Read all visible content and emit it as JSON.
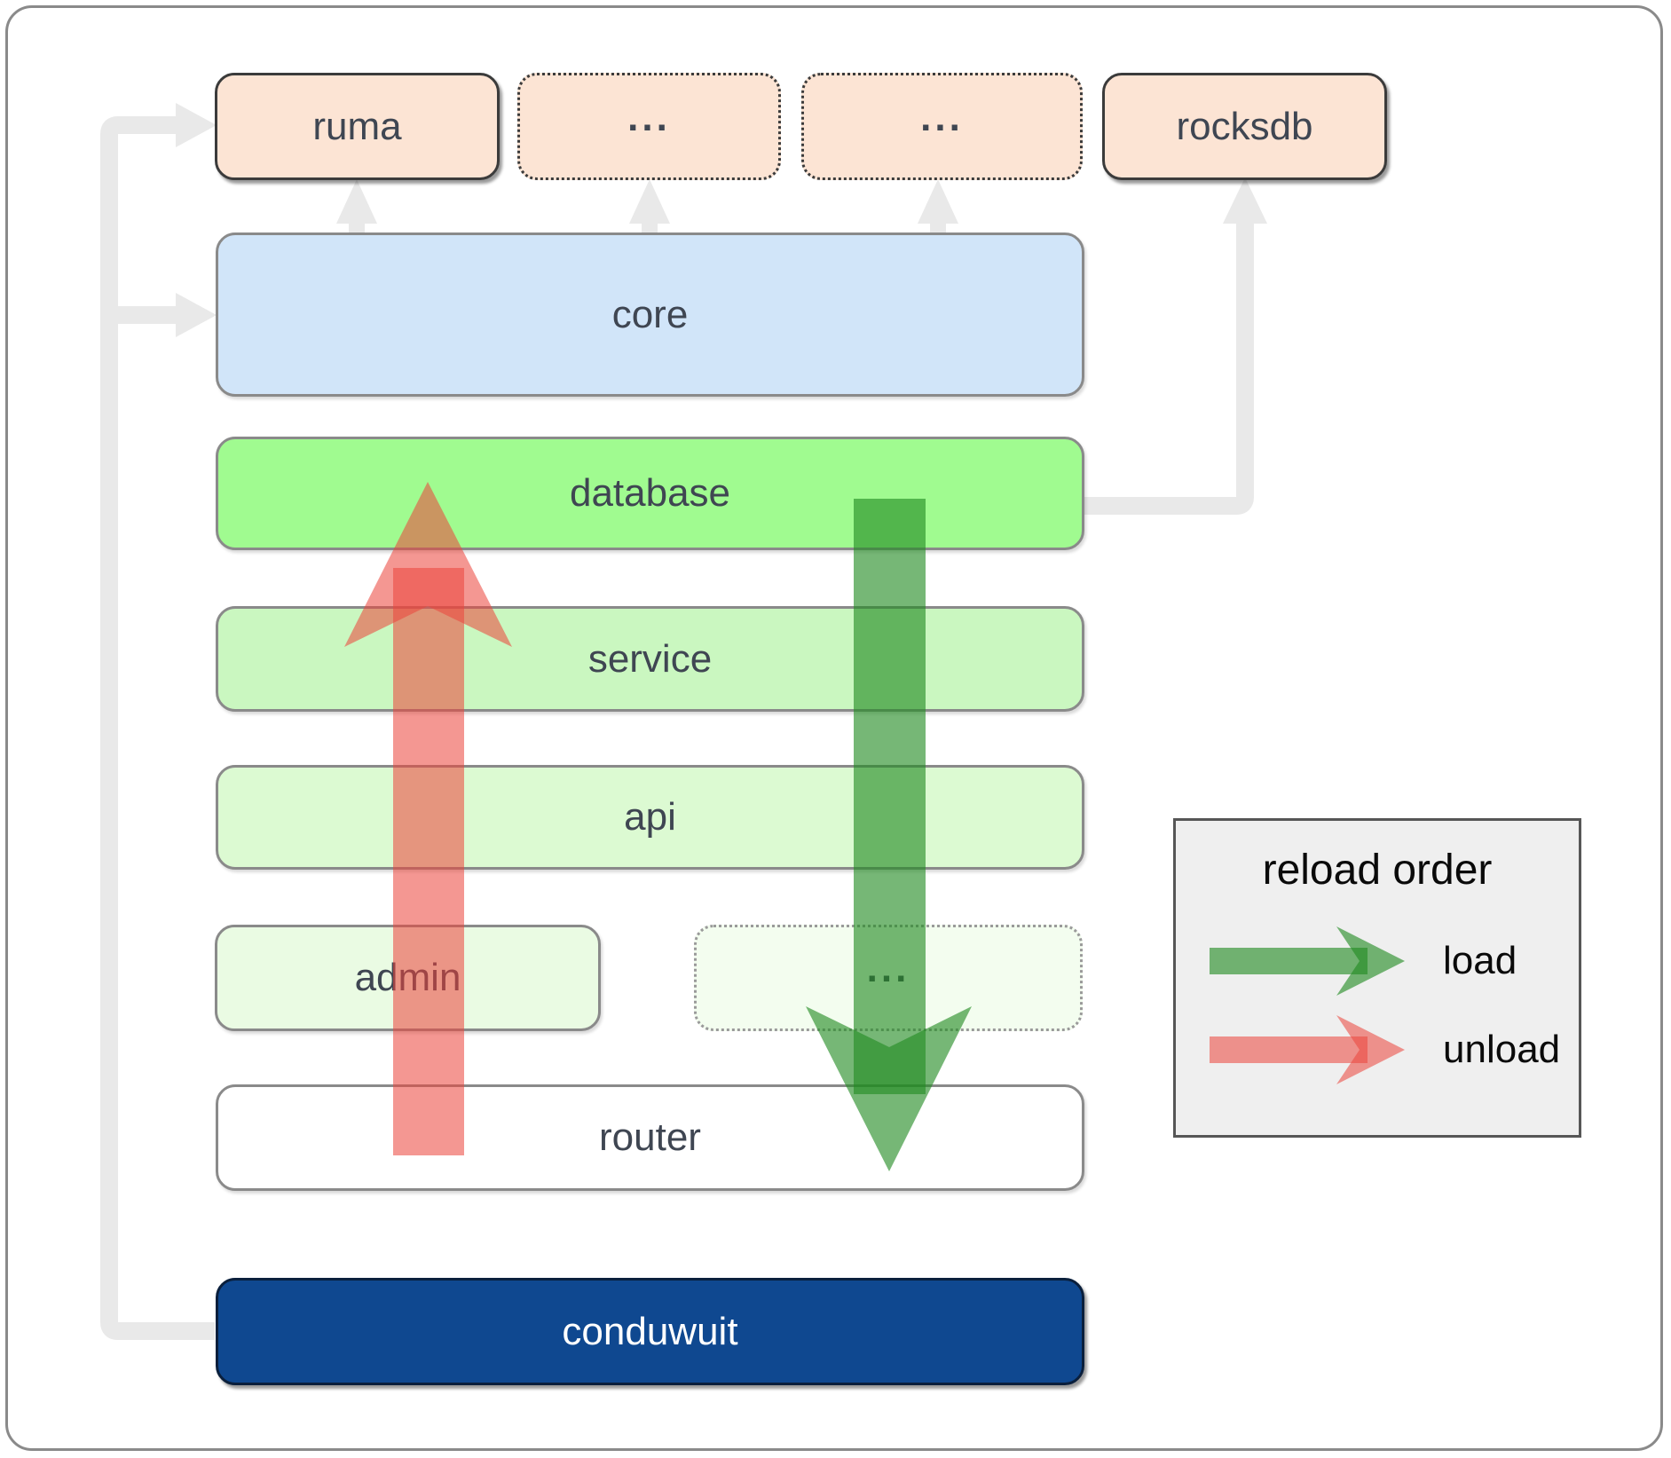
{
  "boxes": {
    "ruma": {
      "label": "ruma"
    },
    "module1": {
      "label": "..."
    },
    "module2": {
      "label": "..."
    },
    "rocksdb": {
      "label": "rocksdb"
    },
    "core": {
      "label": "core"
    },
    "database": {
      "label": "database"
    },
    "service": {
      "label": "service"
    },
    "api": {
      "label": "api"
    },
    "admin": {
      "label": "admin"
    },
    "admin_more": {
      "label": "..."
    },
    "router": {
      "label": "router"
    },
    "conduwuit": {
      "label": "conduwuit"
    }
  },
  "legend": {
    "title": "reload order",
    "items": [
      {
        "label": "load",
        "color": "#228B22"
      },
      {
        "label": "unload",
        "color": "#EB463D"
      }
    ]
  },
  "colors": {
    "load_arrow": "#228B22",
    "unload_arrow": "#EB463D",
    "connector_gray": "#E9E9E9",
    "dependency_peach": "#FCE4D4",
    "core_blue": "#D1E5F9",
    "database_green": "#A0FB90",
    "service_green": "#CAF7C0",
    "api_green": "#DCFAD2",
    "admin_green": "#EAFBE3",
    "more_green": "#F3FDEF",
    "router_white": "#FFFFFF",
    "conduwuit_navy": "#0F4890",
    "label_text": "#3F4652",
    "legend_bg": "#EFEFEF"
  }
}
